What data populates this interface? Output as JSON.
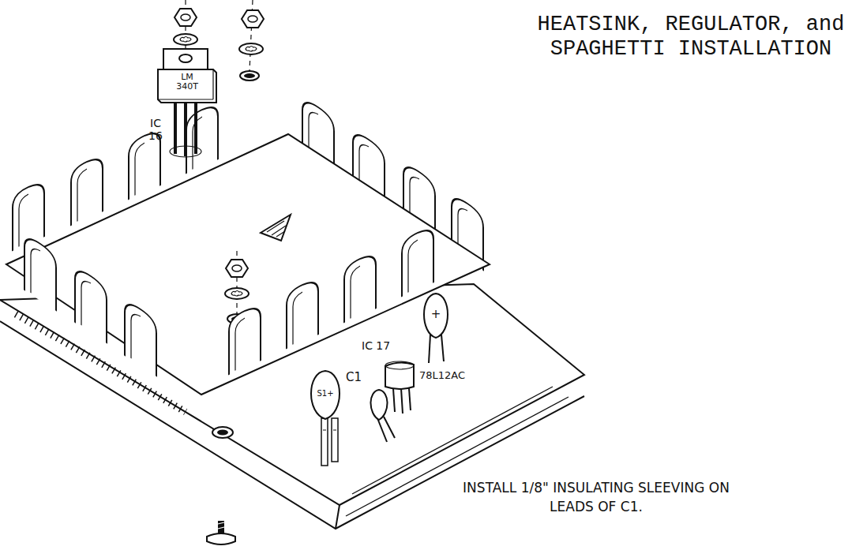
{
  "diagram": {
    "title": "HEATSINK, REGULATOR, and SPAGHETTI INSTALLATION",
    "labels": [
      "LM 340T",
      "IC 16",
      "IC 17",
      "78L12AC",
      "C1",
      "S1+",
      "+",
      "INSTALL 1/8\" INSULATING SLEEVING ON LEADS OF C1."
    ]
  }
}
